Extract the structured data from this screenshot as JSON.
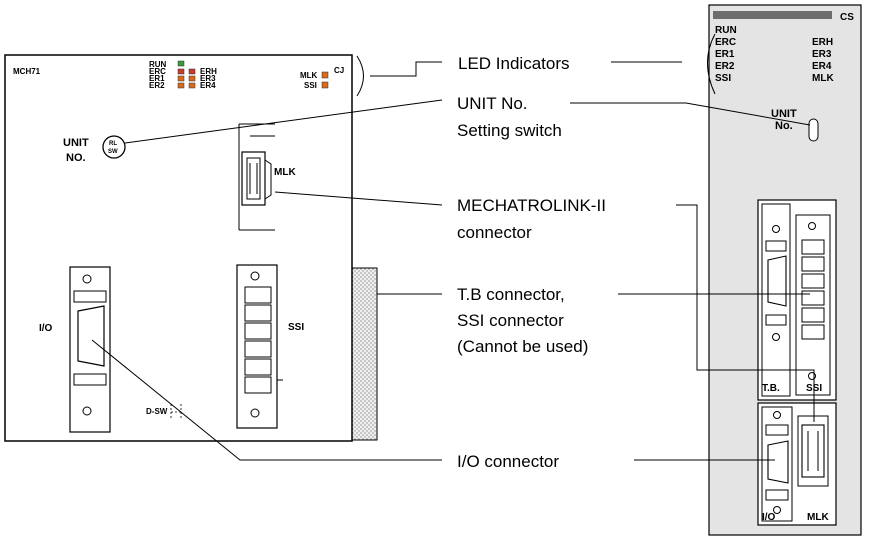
{
  "front_panel": {
    "model": "MCH71",
    "series": "CJ",
    "led_labels": [
      "RUN",
      "ERC",
      "ER1",
      "ER2",
      "ERH",
      "ER3",
      "ER4"
    ],
    "mlk_led": "MLK",
    "ssi_led": "SSI",
    "unit_label_1": "UNIT",
    "unit_label_2": "NO.",
    "switch_label_1": "RL",
    "switch_label_2": "SW",
    "mlk_label": "MLK",
    "io_label": "I/O",
    "ssi_label": "SSI",
    "dsw_label": "D-SW"
  },
  "side_panel": {
    "series": "CS",
    "led_left": [
      "RUN",
      "ERC",
      "ER1",
      "ER2",
      "SSI"
    ],
    "led_right": [
      "ERH",
      "ER3",
      "ER4",
      "MLK"
    ],
    "unit_label_1": "UNIT",
    "unit_label_2": "No.",
    "tb_label": "T.B.",
    "ssi_label": "SSI",
    "io_label": "I/O",
    "mlk_label": "MLK"
  },
  "callouts": {
    "led": "LED Indicators",
    "unit_1": "UNIT No.",
    "unit_2": "Setting switch",
    "mech_1": "MECHATROLINK-II",
    "mech_2": "connector",
    "tb_1": "T.B connector,",
    "tb_2": "SSI connector",
    "tb_3": "(Cannot be used)",
    "io": "I/O connector"
  },
  "colors": {
    "line": "#000000",
    "led_green": "#3a9a3a",
    "led_orange": "#d86a1e",
    "led_red": "#c83a2a",
    "led_frame": "#6d6d6d",
    "panel_gray": "#e4e4e4"
  }
}
